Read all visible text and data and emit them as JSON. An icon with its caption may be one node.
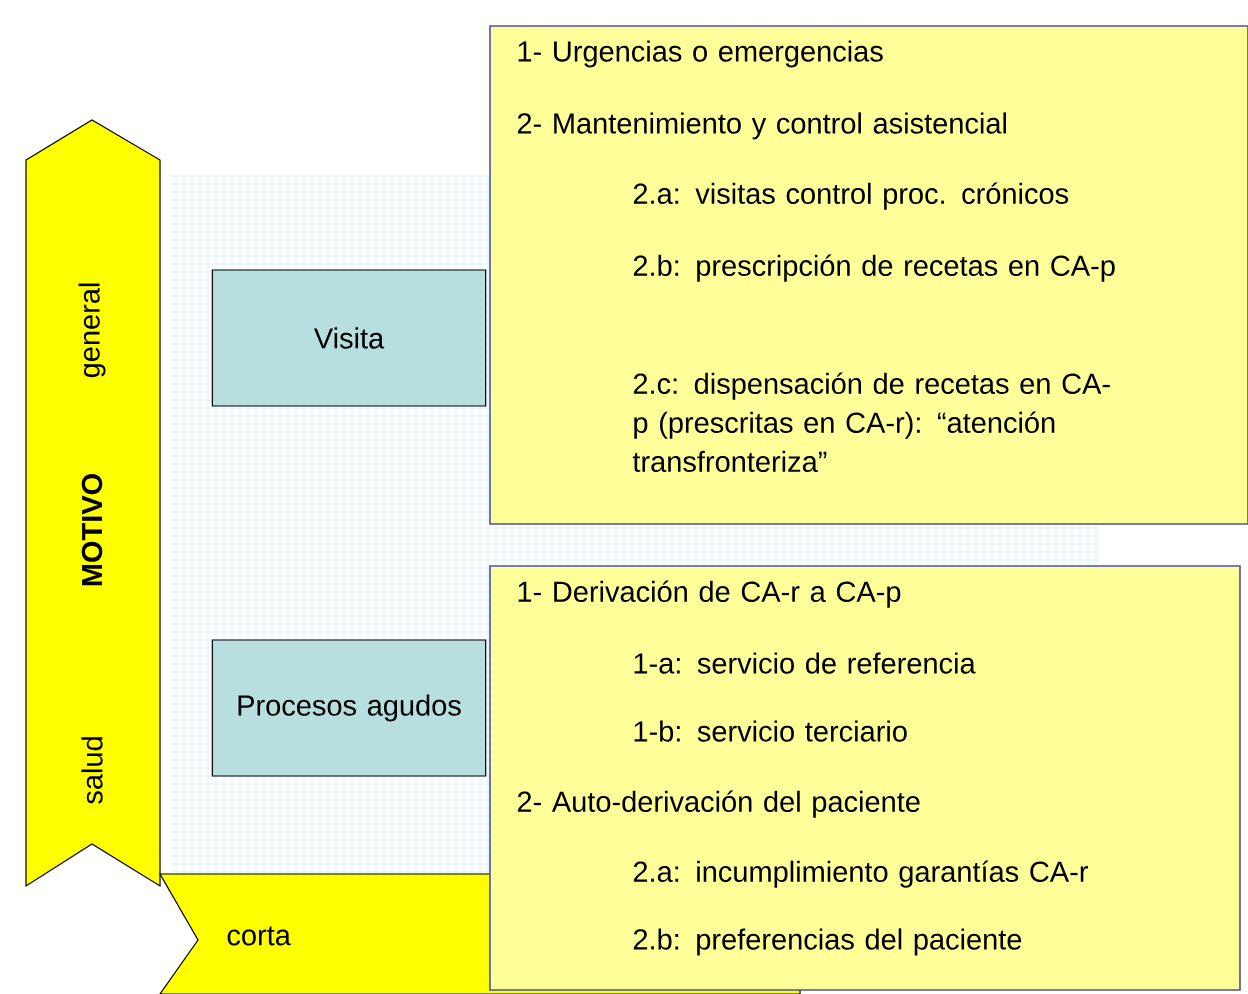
{
  "diagram": {
    "nodes": [
      {
        "text": [
          "salud",
          "MOTIVO",
          "general"
        ]
      },
      {
        "text": [
          "corta"
        ]
      },
      {
        "text": [
          "Visita"
        ]
      },
      {
        "text": [
          "Procesos agudos"
        ]
      },
      {
        "text": [
          "1- Urgencias o emergencias",
          "2- Mantenimiento y control asistencial",
          "2.a: visitas control proc. crónicos",
          "2.b: prescripción de recetas en CA-p",
          "2.c: dispensación de recetas en CA-p (prescritas en CA-r): “atención transfronteriza”"
        ]
      },
      {
        "text": [
          "1- Derivación de CA-r a CA-p",
          "1-a: servicio de referencia",
          "1-b: servicio terciario",
          "2- Auto-derivación del paciente",
          "2.a: incumplimiento garantías CA-r",
          "2.b: preferencias del paciente"
        ]
      }
    ]
  }
}
